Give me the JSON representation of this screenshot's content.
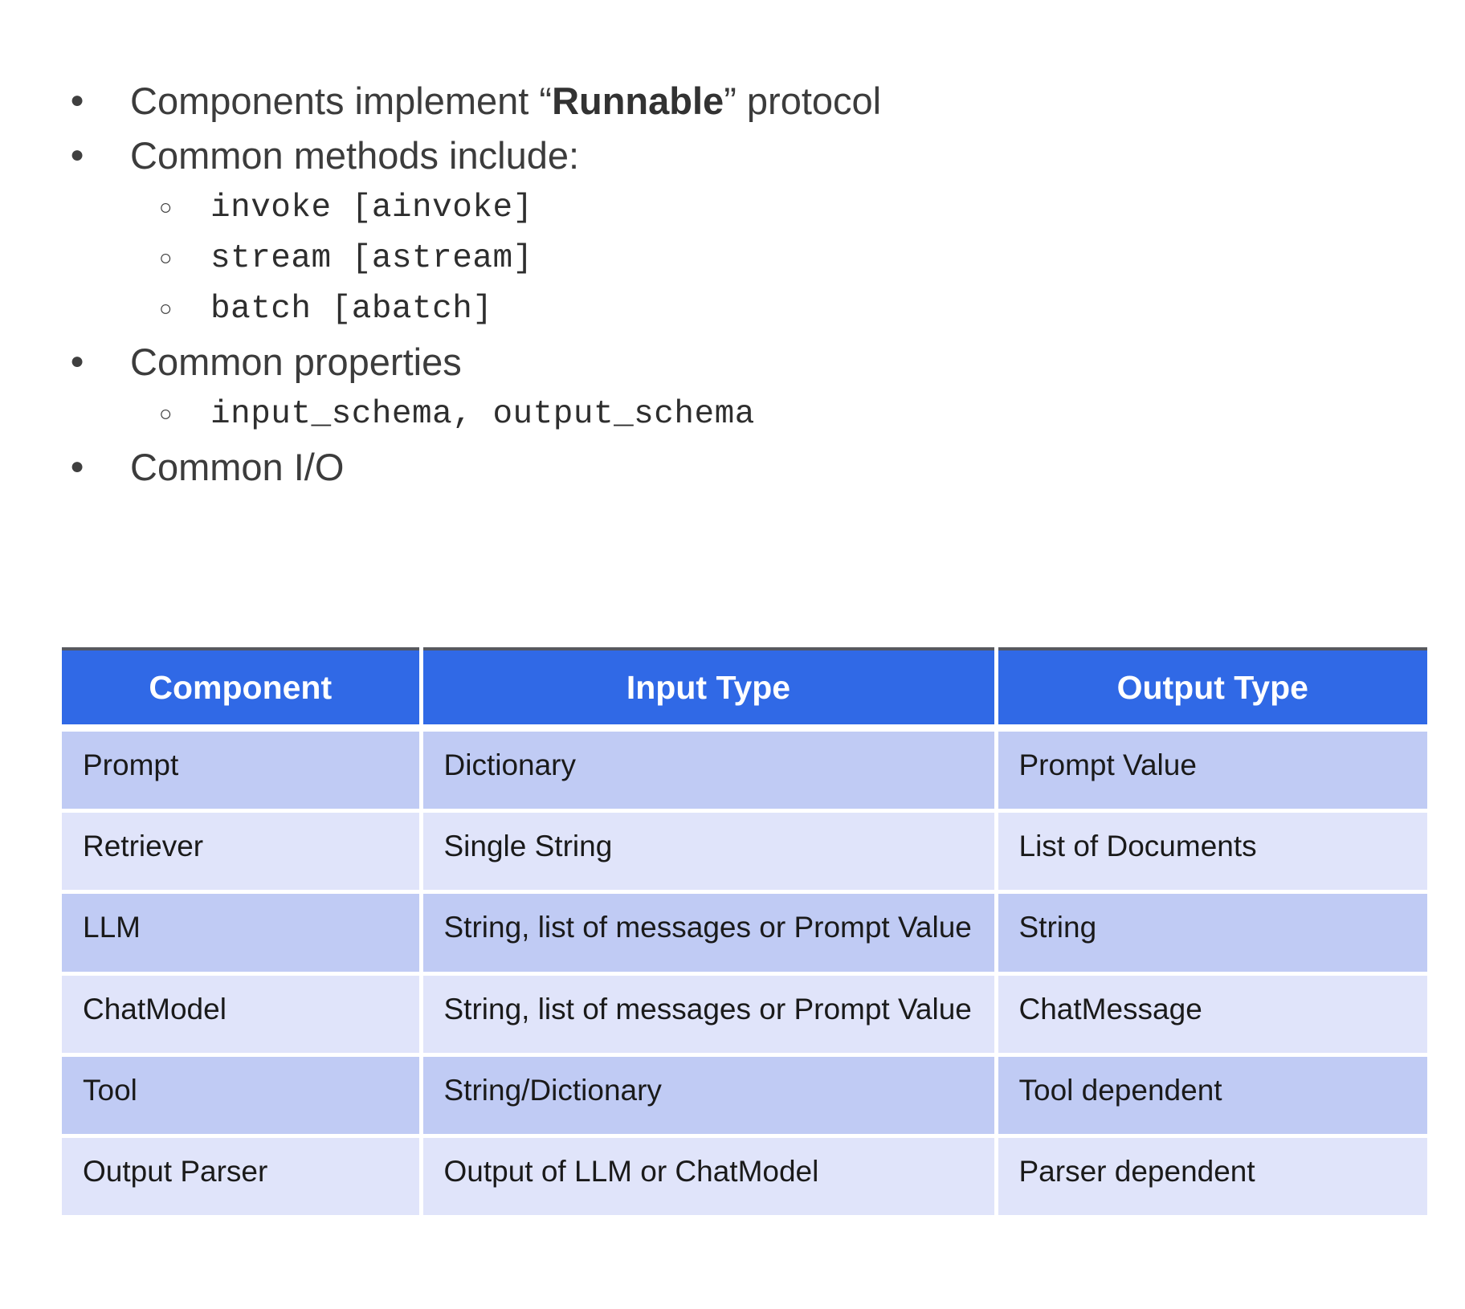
{
  "icons": {
    "dot": "●",
    "circle": "○"
  },
  "colors": {
    "table_header_bg": "#3069e6",
    "table_row_dark": "#c0cbf4",
    "table_row_light": "#e0e4fa",
    "header_text": "#ffffff",
    "body_text": "#1a1a1a"
  },
  "list": {
    "b1_runnable": {
      "prefix": "Components implement “",
      "bold": "Runnable",
      "suffix": "” protocol"
    },
    "b1_methods": "Common methods include:",
    "code_invoke": "invoke [ainvoke]",
    "code_stream": "stream [astream]",
    "code_batch": "batch [abatch]",
    "b1_properties": "Common properties",
    "code_schema": "input_schema, output_schema",
    "b1_io": "Common I/O"
  },
  "table": {
    "headers": [
      "Component",
      "Input Type",
      "Output Type"
    ],
    "rows": [
      {
        "component": "Prompt",
        "input": "Dictionary",
        "output": "Prompt Value"
      },
      {
        "component": "Retriever",
        "input": "Single String",
        "output": "List of Documents"
      },
      {
        "component": "LLM",
        "input": "String, list of messages or Prompt Value",
        "output": "String"
      },
      {
        "component": "ChatModel",
        "input": "String, list of messages or Prompt Value",
        "output": "ChatMessage"
      },
      {
        "component": "Tool",
        "input": "String/Dictionary",
        "output": "Tool dependent"
      },
      {
        "component": "Output Parser",
        "input": "Output of LLM or ChatModel",
        "output": "Parser dependent"
      }
    ]
  }
}
